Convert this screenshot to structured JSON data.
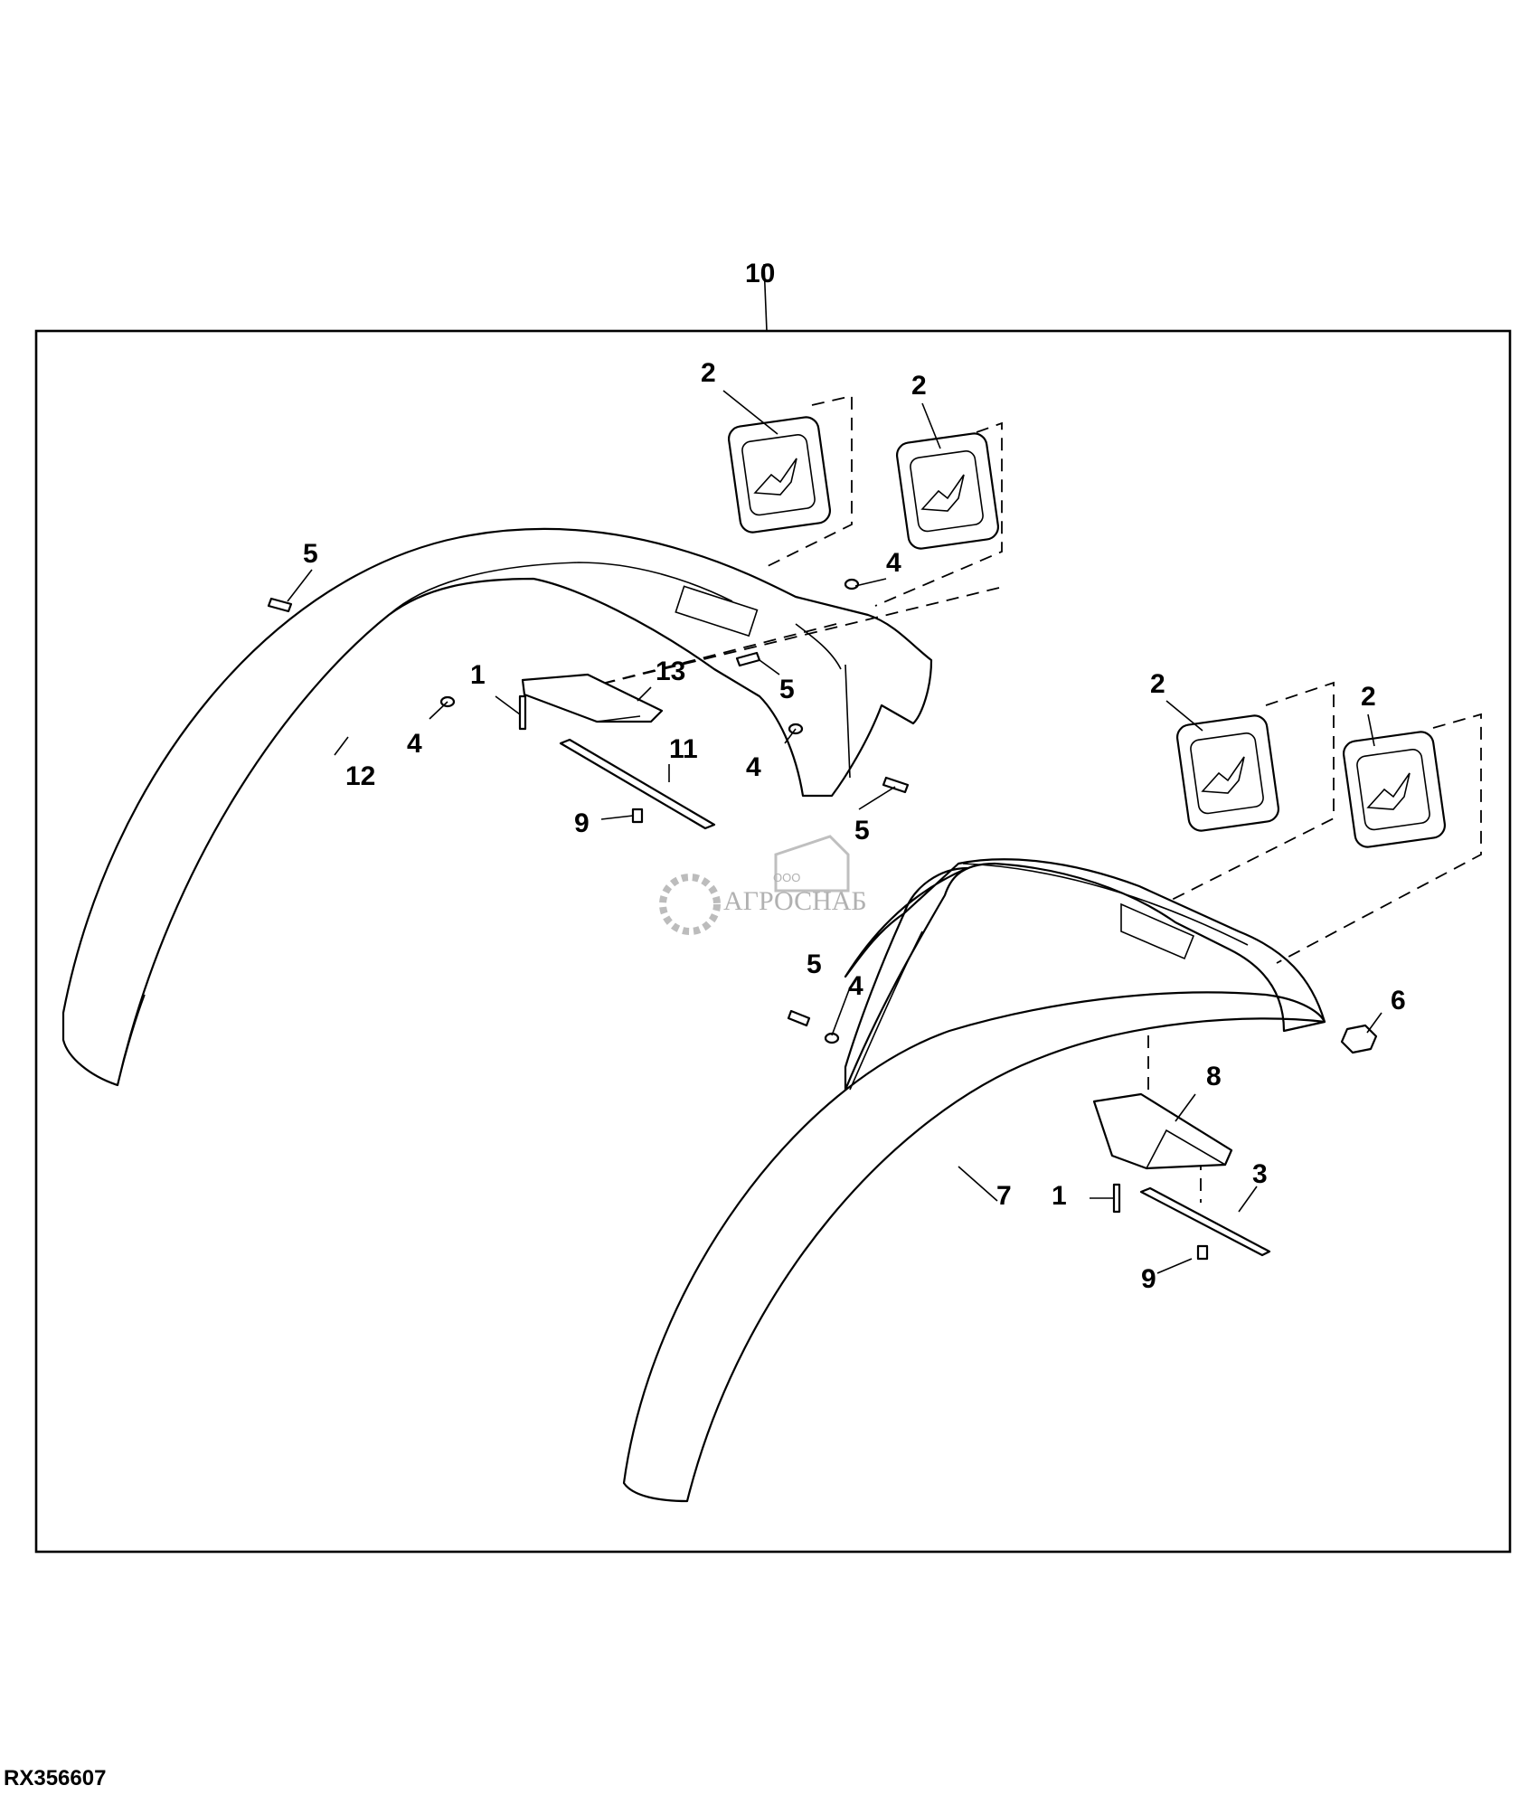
{
  "figure_id": "RX356607",
  "assembly_callout": "10",
  "callouts": {
    "emblem_1": "2",
    "emblem_2": "2",
    "emblem_3": "2",
    "emblem_4": "2",
    "rivet_left_top": "5",
    "rivet_left_mid": "5",
    "rivet_left_low": "5",
    "rivet_right": "5",
    "washer_a": "4",
    "washer_b": "4",
    "washer_c": "4",
    "washer_d": "4",
    "pin_left": "1",
    "pin_right": "1",
    "bracket_left": "13",
    "strip_left": "11",
    "screw_left": "9",
    "screw_right": "9",
    "fender_left": "12",
    "fender_right": "7",
    "nut_right": "6",
    "bracket_right": "8",
    "strip_right": "3"
  },
  "watermark": {
    "company_prefix": "ООО",
    "company_name": "АГРОСНАБ"
  }
}
